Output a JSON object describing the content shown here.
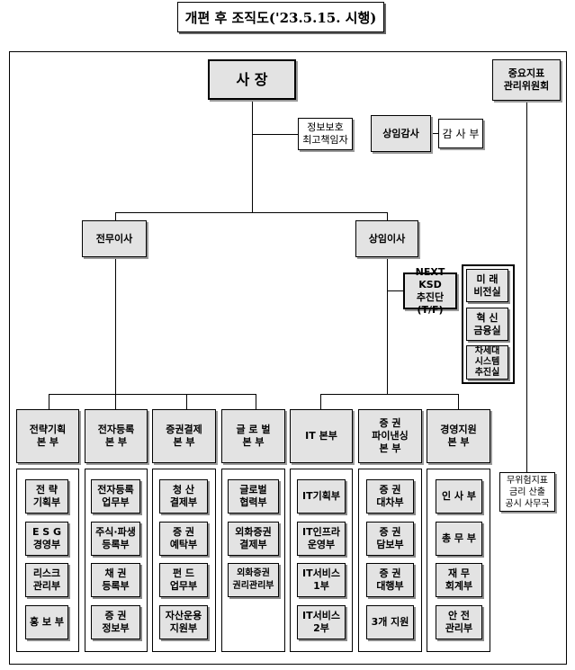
{
  "title": "개편 후 조직도('23.5.15. 시행)",
  "president": "사 장",
  "ciso": "정보보호\n최고책임자",
  "auditor": "상임감사",
  "audit_dept": "감 사 부",
  "committee": "중요지표\n관리위원회",
  "exec_director": "전무이사",
  "standing_director": "상임이사",
  "next_ksd": "NEXT KSD\n추진단(T/F)",
  "special_units": [
    "미 래\n비전실",
    "혁 신\n금융실",
    "차세대\n시스템\n추진실"
  ],
  "hqs": [
    {
      "name": "전략기획\n본   부",
      "units": [
        "전   략\n기획부",
        "E S G\n경영부",
        "리스크\n관리부",
        "홍 보 부"
      ]
    },
    {
      "name": "전자등록\n본   부",
      "units": [
        "전자등록\n업무부",
        "주식·파생\n등록부",
        "채   권\n등록부",
        "증   권\n정보부"
      ]
    },
    {
      "name": "증권결제\n본   부",
      "units": [
        "청   산\n결제부",
        "증   권\n예탁부",
        "펀   드\n업무부",
        "자산운용\n지원부"
      ]
    },
    {
      "name": "글 로 벌\n본   부",
      "units": [
        "글로벌\n협력부",
        "외화증권\n결제부",
        "외화증권\n권리관리부"
      ]
    },
    {
      "name": "IT 본부",
      "units": [
        "IT기획부",
        "IT인프라\n운영부",
        "IT서비스\n1부",
        "IT서비스\n2부"
      ]
    },
    {
      "name": "증   권\n파이낸싱\n본   부",
      "units": [
        "증   권\n대차부",
        "증   권\n담보부",
        "증   권\n대행부",
        "3개 지원"
      ]
    },
    {
      "name": "경영지원\n본   부",
      "units": [
        "인 사 부",
        "총 무 부",
        "재   무\n회계부",
        "안   전\n관리부"
      ]
    }
  ],
  "interest_rate_office": "무위험지표\n금리 산출\n공시 사무국"
}
